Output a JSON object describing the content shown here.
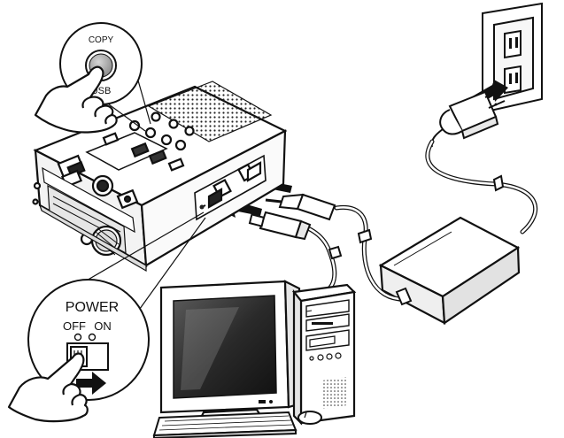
{
  "labels": {
    "copy": "COPY",
    "usb": "USB",
    "power": "POWER",
    "off": "OFF",
    "on": "ON"
  },
  "icons": {
    "hand": "pointing-hand-icon",
    "arrow": "insert-arrow-icon",
    "outlet": "wall-outlet-icon"
  }
}
